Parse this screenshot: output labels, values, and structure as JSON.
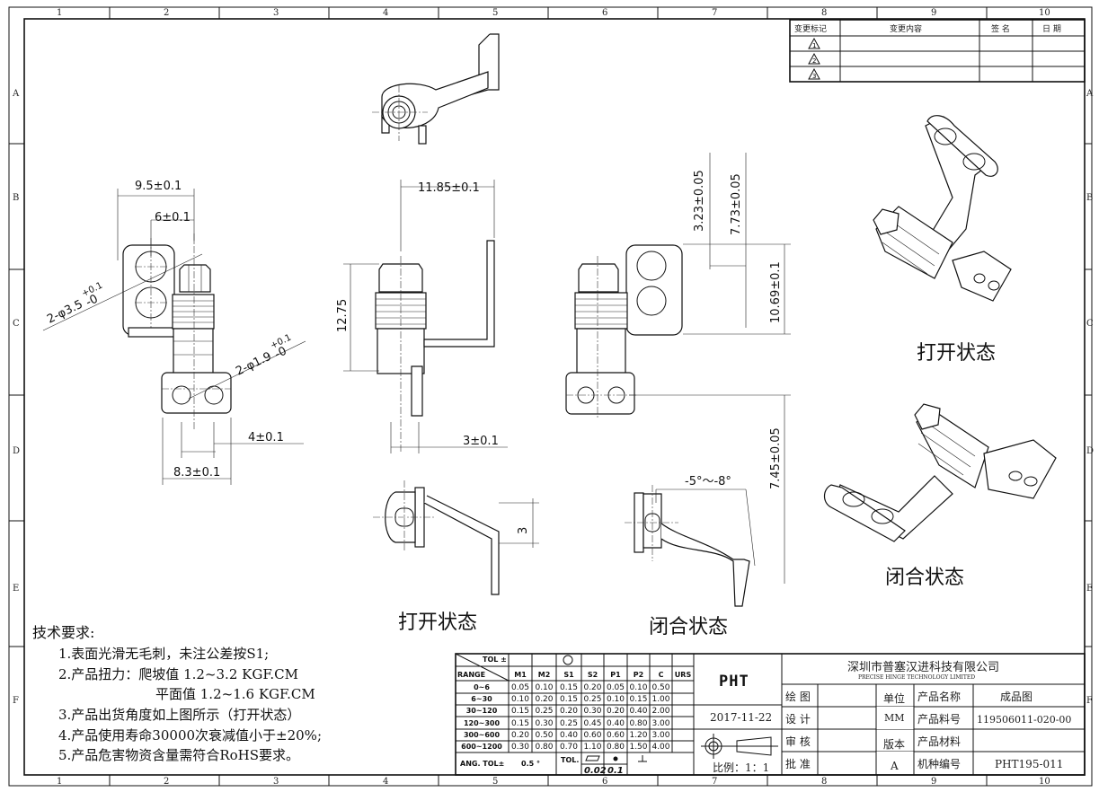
{
  "zones": {
    "columns": [
      "1",
      "2",
      "3",
      "4",
      "5",
      "6",
      "7",
      "8",
      "9",
      "10"
    ],
    "rows": [
      "A",
      "B",
      "C",
      "D",
      "E",
      "F"
    ]
  },
  "revision_table": {
    "headers": [
      "变更标记",
      "变更内容",
      "签 名",
      "日 期"
    ],
    "marks": [
      "1",
      "2",
      "3"
    ]
  },
  "dimensions": {
    "d_9_5": "9.5±0.1",
    "d_6": "6±0.1",
    "d_hole_large": "2-φ3.5",
    "d_hole_large_tol_up": "+0.1",
    "d_hole_large_tol_dn": "-0",
    "d_hole_small": "2-φ1.9",
    "d_hole_small_tol_up": "+0.1",
    "d_hole_small_tol_dn": "-0",
    "d_4": "4±0.1",
    "d_8_3": "8.3±0.1",
    "d_11_85": "11.85±0.1",
    "d_12_75": "12.75",
    "d_3_side": "3±0.1",
    "d_3_23": "3.23±0.05",
    "d_7_73": "7.73±0.05",
    "d_10_69": "10.69±0.1",
    "d_7_45": "7.45±0.05",
    "d_3_bottom": "3",
    "d_angle": "-5°～-8°"
  },
  "labels": {
    "open_state": "打开状态",
    "closed_state": "闭合状态",
    "open_state_3d": "打开状态",
    "closed_state_3d": "闭合状态"
  },
  "notes": {
    "title": "技术要求:",
    "items": [
      "1.表面光滑无毛刺，未注公差按S1;",
      "2.产品扭力：爬坡值 1.2~3.2 KGF.CM",
      "平面值 1.2~1.6 KGF.CM",
      "3.产品出货角度如上图所示（打开状态）",
      "4.产品使用寿命30000次衰减值小于±20%;",
      "5.产品危害物资含量需符合RoHS要求。"
    ]
  },
  "tolerance_table": {
    "corner_top": "TOL ±",
    "corner_bottom": "RANGE",
    "columns": [
      "M1",
      "M2",
      "S1",
      "S2",
      "P1",
      "P2",
      "C",
      "URS"
    ],
    "rows": [
      {
        "range": "0~6",
        "values": [
          "0.05",
          "0.10",
          "0.15",
          "0.20",
          "0.05",
          "0.10",
          "0.50",
          ""
        ]
      },
      {
        "range": "6~30",
        "values": [
          "0.10",
          "0.20",
          "0.15",
          "0.25",
          "0.10",
          "0.15",
          "1.00",
          ""
        ]
      },
      {
        "range": "30~120",
        "values": [
          "0.15",
          "0.25",
          "0.20",
          "0.30",
          "0.20",
          "0.40",
          "2.00",
          ""
        ]
      },
      {
        "range": "120~300",
        "values": [
          "0.15",
          "0.30",
          "0.25",
          "0.45",
          "0.40",
          "0.80",
          "3.00",
          ""
        ]
      },
      {
        "range": "300~600",
        "values": [
          "0.20",
          "0.50",
          "0.40",
          "0.60",
          "0.60",
          "1.20",
          "3.00",
          ""
        ]
      },
      {
        "range": "600~1200",
        "values": [
          "0.30",
          "0.80",
          "0.70",
          "1.10",
          "0.80",
          "1.50",
          "4.00",
          ""
        ]
      }
    ],
    "ang_label": "ANG.   TOL±",
    "ang_value": "0.5 °",
    "tol_label": "TOL.",
    "flatness": "0.02",
    "roundness": "0.1"
  },
  "title_block": {
    "logo": "PHT",
    "date": "2017-11-22",
    "scale": "比例：1：1",
    "company_cn": "深圳市普塞汉进科技有限公司",
    "company_en": "PRECISE HINGE TECHNOLOGY LIMITED",
    "roles": [
      "绘 图",
      "设 计",
      "审 核",
      "批 准"
    ],
    "unit_label": "单位",
    "unit_value": "MM",
    "version_label": "版本",
    "version_value": "A",
    "fields": [
      {
        "label": "产品名称",
        "value": "成品图"
      },
      {
        "label": "产品料号",
        "value": "119506011-020-00"
      },
      {
        "label": "产品材料",
        "value": ""
      },
      {
        "label": "机种编号",
        "value": "PHT195-011"
      }
    ]
  }
}
